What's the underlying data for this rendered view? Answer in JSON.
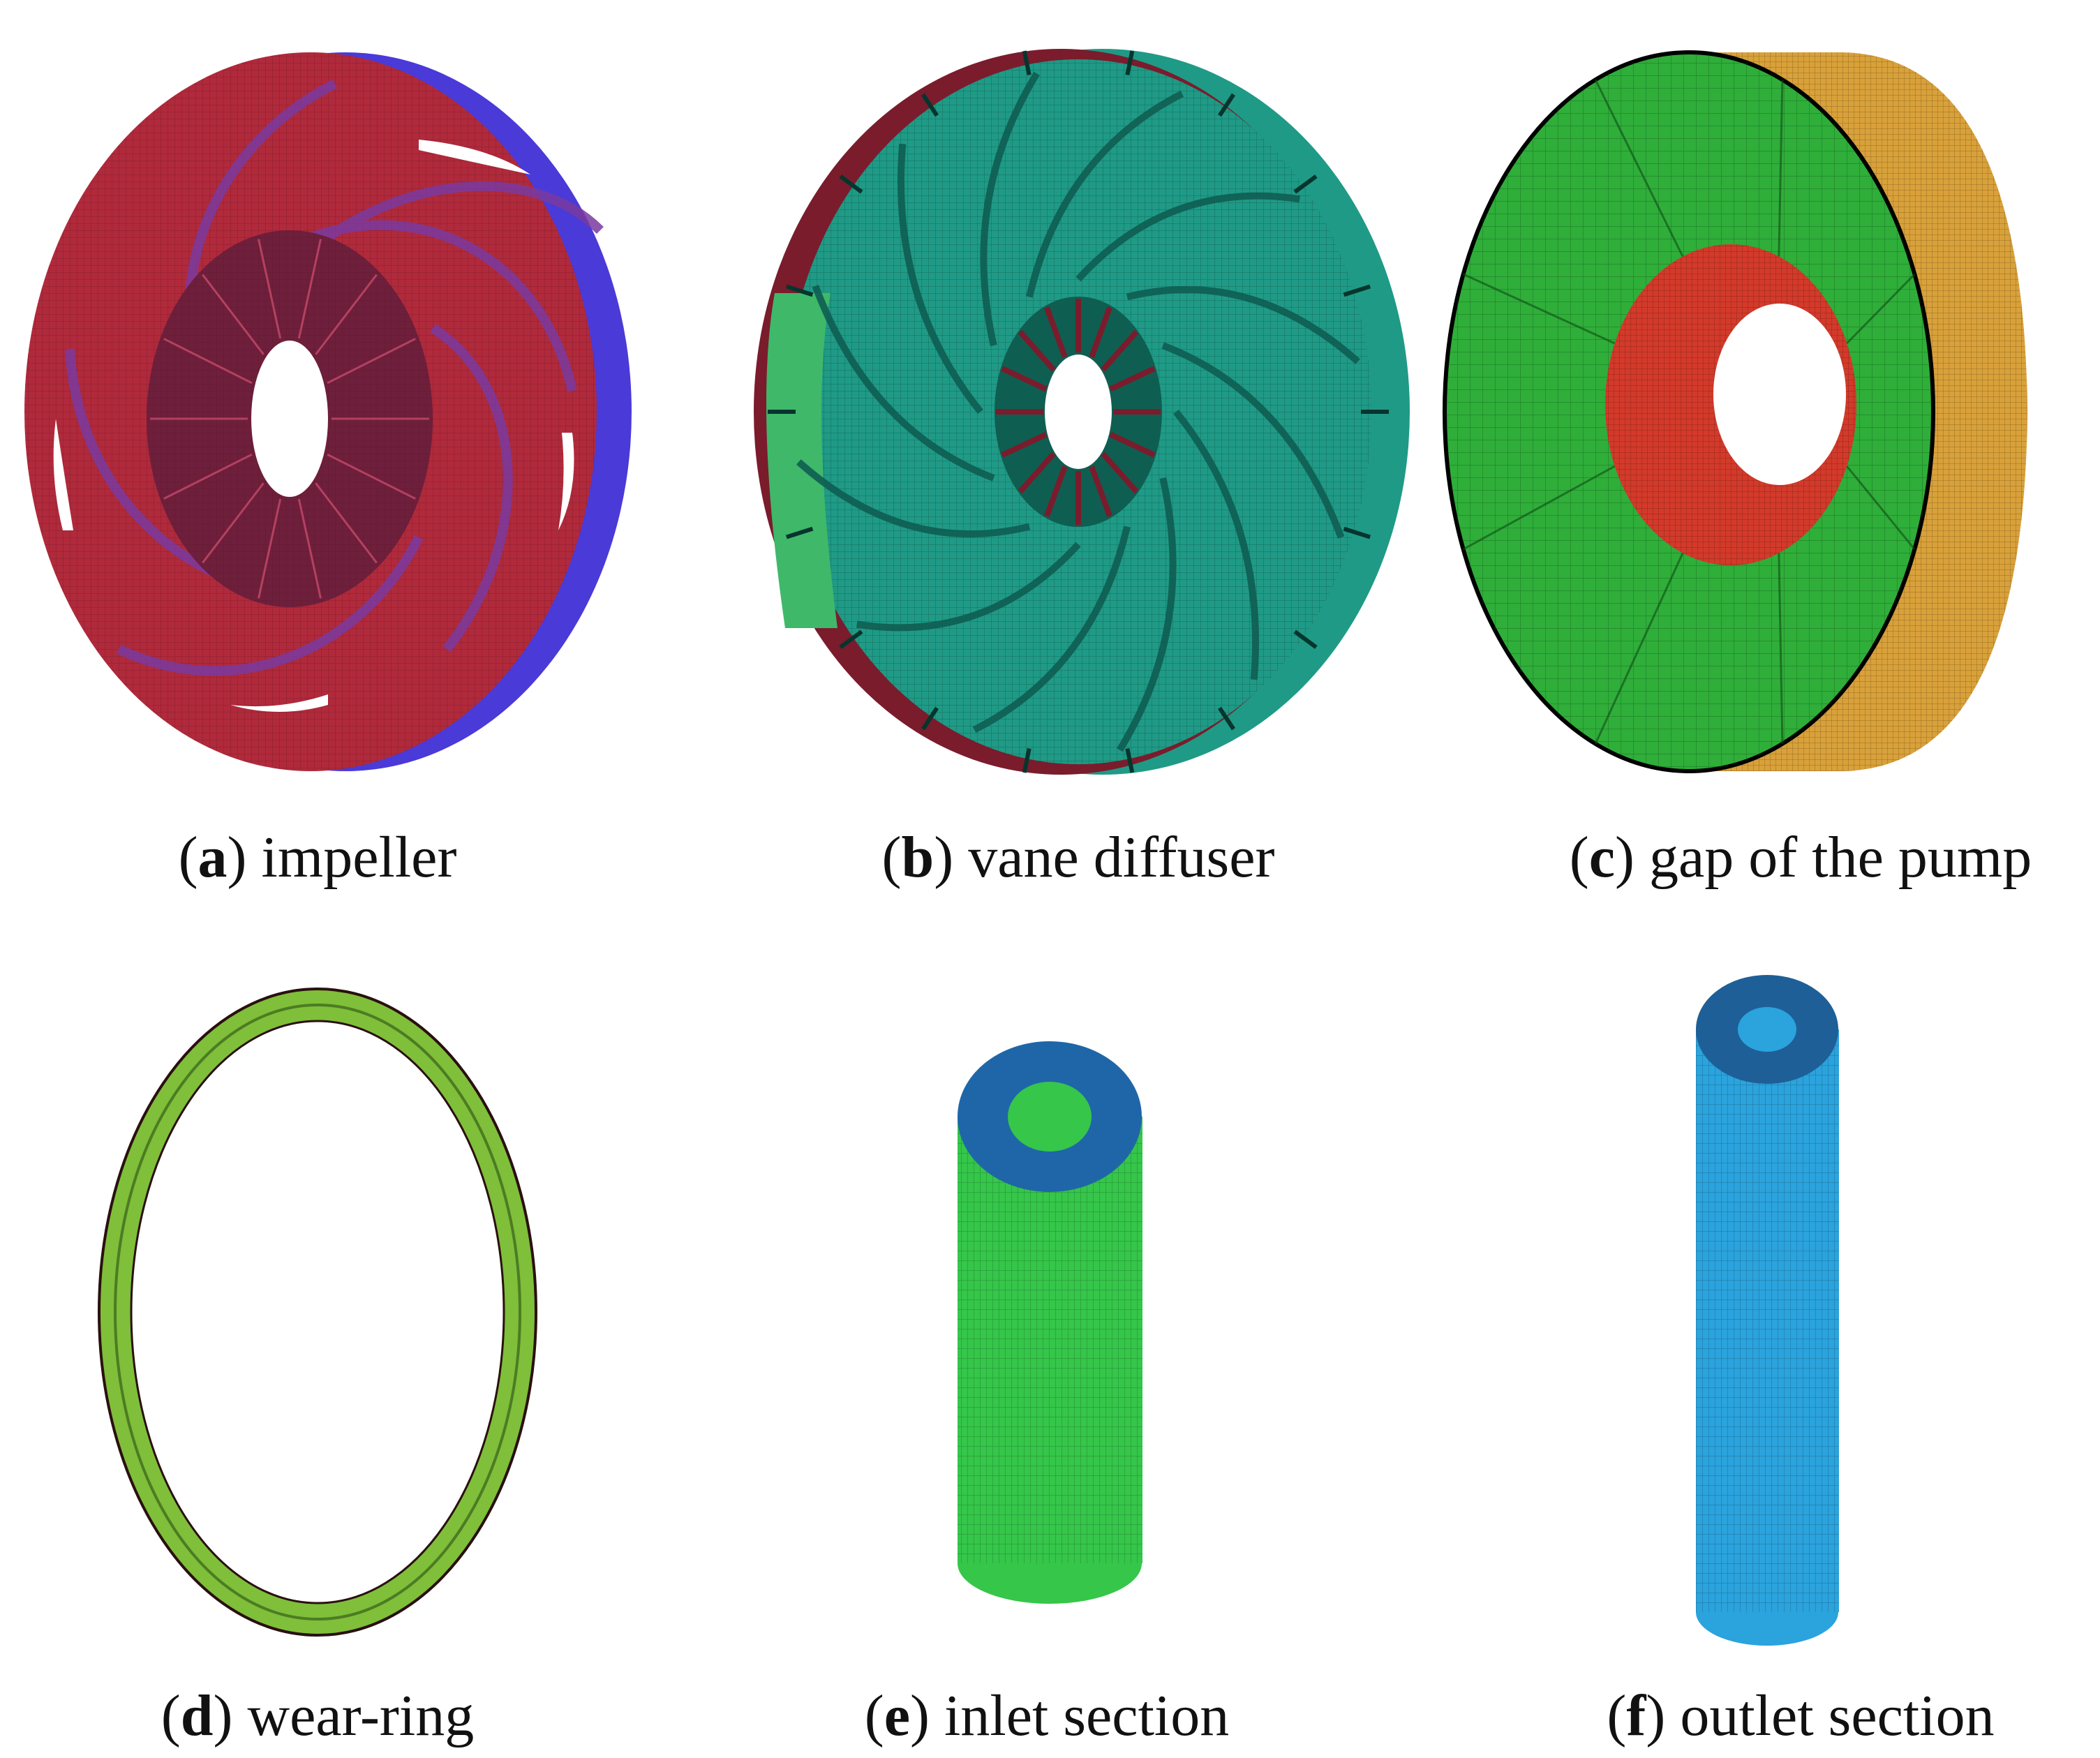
{
  "colors": {
    "impeller_face": "#b02a3c",
    "impeller_side": "#4a3ad8",
    "impeller_hub": "#6e1f3c",
    "diffuser_face": "#1f9a86",
    "diffuser_dark": "#0f5e52",
    "diffuser_green": "#3fb86a",
    "diffuser_red": "#7a1c2c",
    "gap_face": "#2fae3a",
    "gap_inner": "#d33a2a",
    "gap_side": "#d9a13a",
    "wearring": "#7fbf3a",
    "inlet_body": "#35c64a",
    "inlet_top": "#1f66a8",
    "outlet_body": "#2ba3dd",
    "outlet_top": "#1e5f97",
    "mesh_line": "#000000"
  },
  "figures": [
    {
      "id": "a",
      "letter": "a",
      "label": "impeller"
    },
    {
      "id": "b",
      "letter": "b",
      "label": "vane diffuser"
    },
    {
      "id": "c",
      "letter": "c",
      "label": "gap of the pump"
    },
    {
      "id": "d",
      "letter": "d",
      "label": "wear-ring"
    },
    {
      "id": "e",
      "letter": "e",
      "label": "inlet section"
    },
    {
      "id": "f",
      "letter": "f",
      "label": "outlet section"
    }
  ]
}
